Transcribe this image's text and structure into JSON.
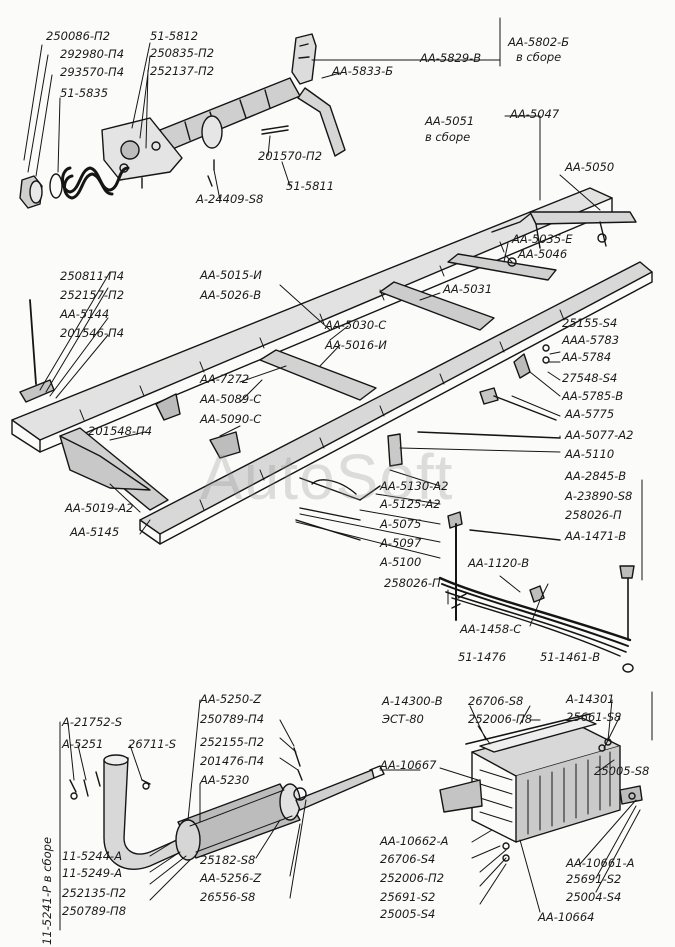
{
  "watermark": "AutoSoft",
  "vertical_label": "11-5241-P в сборе",
  "labels": [
    "250086-П2",
    "292980-П4",
    "293570-П4",
    "51-5835",
    "51-5812",
    "250835-П2",
    "252137-П2",
    "АА-5802-Б",
    "в сборе",
    "АА-5829-В",
    "АА-5833-Б",
    "201570-П2",
    "51-5811",
    "А-24409-S8",
    "АА-5051",
    "в сборе",
    "АА-5047",
    "АА-5050",
    "АА-5035-Е",
    "АА-5046",
    "АА-5031",
    "АА-5015-И",
    "АА-5026-В",
    "АА-5030-С",
    "АА-5016-И",
    "250811-П4",
    "252157-П2",
    "АА-5144",
    "201546-П4",
    "25155-S4",
    "ААА-5783",
    "АА-5784",
    "27548-S4",
    "АА-5785-В",
    "АА-5775",
    "АА-5077-А2",
    "АА-5110",
    "АА-7272",
    "АА-5089-С",
    "АА-5090-С",
    "201548-П4",
    "АА-5019-А2",
    "АА-5145",
    "АА-5130-А2",
    "А-5125-А2",
    "А-5075",
    "А-5097",
    "А-5100",
    "АА-2845-В",
    "А-23890-S8",
    "258026-П",
    "АА-1471-В",
    "АА-1120-В",
    "258026-П",
    "АА-1458-С",
    "51-1476",
    "51-1461-В",
    "АА-5250-Z",
    "250789-П4",
    "252155-П2",
    "201476-П4",
    "АА-5230",
    "А-21752-S",
    "А-5251",
    "26711-S",
    "11-5244-А",
    "11-5249-А",
    "252135-П2",
    "250789-П8",
    "25182-S8",
    "АА-5256-Z",
    "26556-S8",
    "А-14300-В",
    "ЭСТ-80",
    "26706-S8",
    "252006-П8",
    "А-14301",
    "25661-S8",
    "АА-10667",
    "25005-S8",
    "АА-10662-А",
    "26706-S4",
    "252006-П2",
    "25691-S2",
    "25005-S4",
    "АА-10661-А",
    "25691-S2",
    "25004-S4",
    "АА-10664"
  ]
}
